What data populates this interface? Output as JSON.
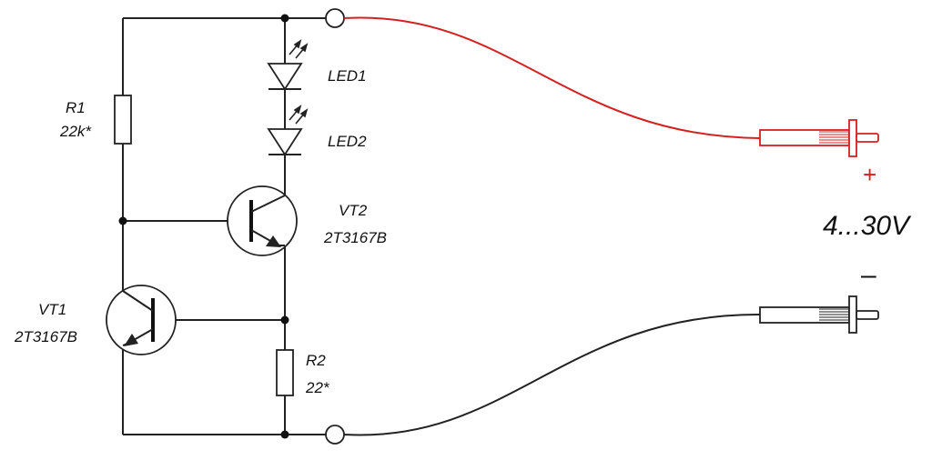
{
  "components": {
    "r1": {
      "name": "R1",
      "value": "22k*"
    },
    "r2": {
      "name": "R2",
      "value": "22*"
    },
    "led1": {
      "name": "LED1"
    },
    "led2": {
      "name": "LED2"
    },
    "vt1": {
      "name": "VT1",
      "part": "2T3167B"
    },
    "vt2": {
      "name": "VT2",
      "part": "2T3167B"
    }
  },
  "supply": {
    "voltage": "4...30V",
    "positive_sign": "+",
    "negative_sign": "–"
  },
  "colors": {
    "wire": "#222222",
    "positive_lead": "#d42020",
    "negative_lead": "#222222"
  }
}
